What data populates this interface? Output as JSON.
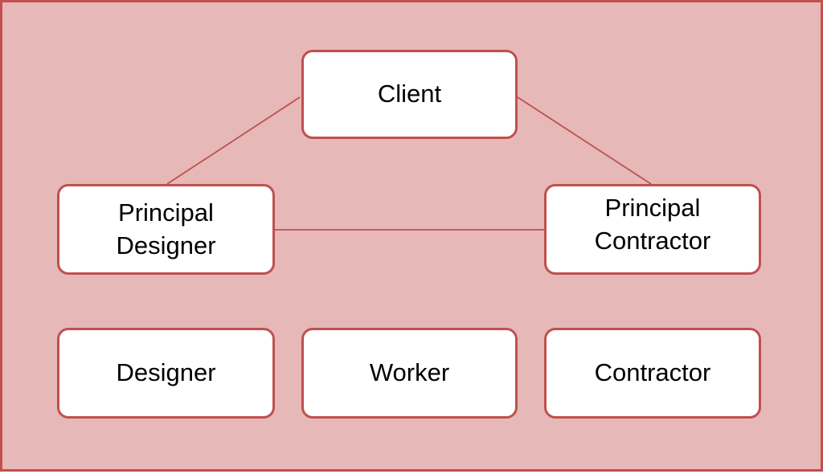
{
  "colors": {
    "background": "#e6b8b8",
    "border": "#c0504d",
    "box_fill": "#ffffff",
    "text": "#000000"
  },
  "nodes": {
    "client": "Client",
    "principal_designer": "Principal\nDesigner",
    "principal_contractor": "Principal\nContractor",
    "designer": "Designer",
    "worker": "Worker",
    "contractor": "Contractor"
  },
  "edges": [
    [
      "client",
      "principal_designer"
    ],
    [
      "client",
      "principal_contractor"
    ],
    [
      "principal_designer",
      "principal_contractor"
    ]
  ]
}
